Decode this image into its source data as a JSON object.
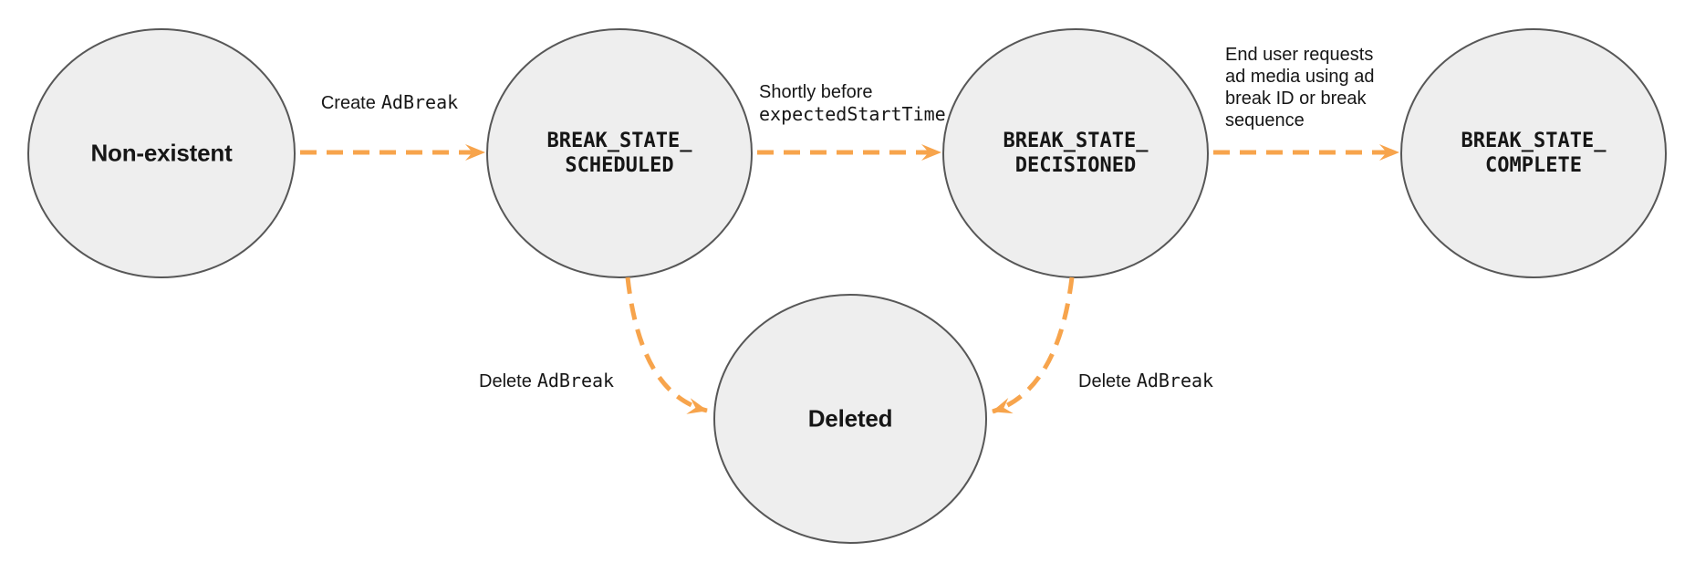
{
  "colors": {
    "background": "#ffffff",
    "node_fill": "#eeeeee",
    "node_border": "#575757",
    "arrow": "#f7a44c",
    "text": "#161616"
  },
  "states": {
    "non_existent": {
      "label": "Non-existent"
    },
    "scheduled": {
      "line1": "BREAK_STATE_",
      "line2": "SCHEDULED"
    },
    "decisioned": {
      "line1": "BREAK_STATE_",
      "line2": "DECISIONED"
    },
    "complete": {
      "line1": "BREAK_STATE_",
      "line2": "COMPLETE"
    },
    "deleted": {
      "label": "Deleted"
    }
  },
  "transitions": [
    {
      "from": "Non-existent",
      "to": "BREAK_STATE_SCHEDULED",
      "label_plain": "Create",
      "label_code": "AdBreak"
    },
    {
      "from": "BREAK_STATE_SCHEDULED",
      "to": "BREAK_STATE_DECISIONED",
      "label_line1_plain": "Shortly before",
      "label_line2_code": "expectedStartTime"
    },
    {
      "from": "BREAK_STATE_DECISIONED",
      "to": "BREAK_STATE_COMPLETE",
      "label_lines": [
        "End user requests",
        "ad media using ad",
        "break ID or break",
        "sequence"
      ]
    },
    {
      "from": "BREAK_STATE_SCHEDULED",
      "to": "Deleted",
      "label_plain": "Delete",
      "label_code": "AdBreak"
    },
    {
      "from": "BREAK_STATE_DECISIONED",
      "to": "Deleted",
      "label_plain": "Delete",
      "label_code": "AdBreak"
    }
  ]
}
